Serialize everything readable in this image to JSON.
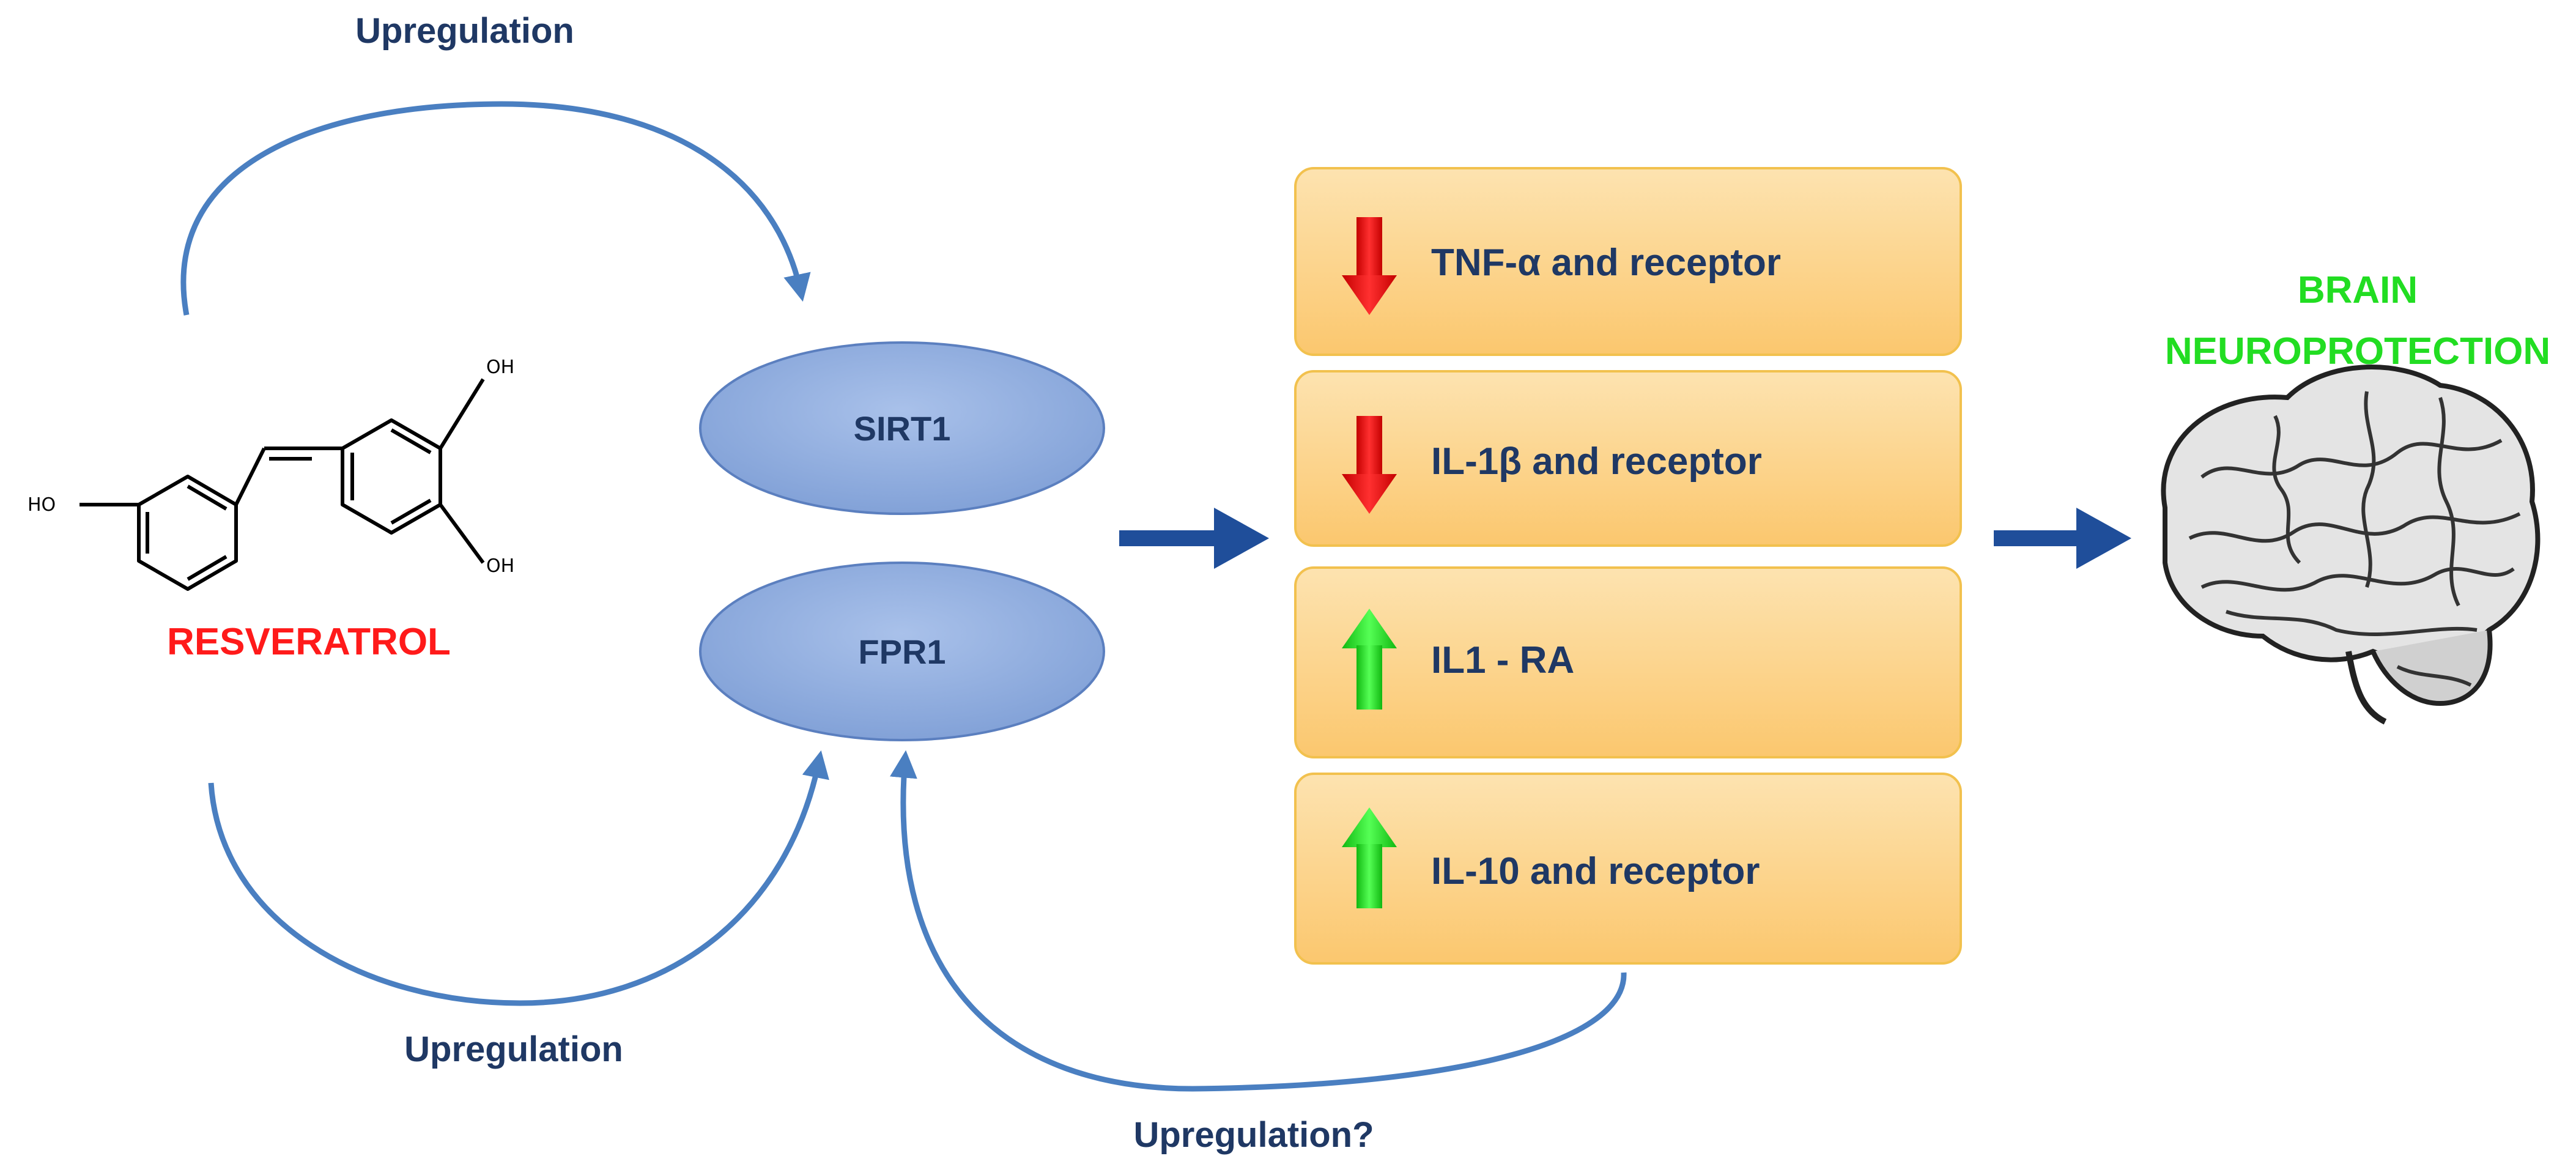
{
  "upregulation_top": "Upregulation",
  "upregulation_bottom": "Upregulation",
  "upregulation_question": "Upregulation?",
  "compound": {
    "name": "RESVERATROL",
    "name_color": "#ff1a1a",
    "oh_top": "OH",
    "oh_bottom": "OH",
    "ho_left": "HO"
  },
  "targets": [
    {
      "label": "SIRT1"
    },
    {
      "label": "FPR1"
    }
  ],
  "cytokines": [
    {
      "label": "TNF-α  and receptor",
      "direction": "down"
    },
    {
      "label": "IL-1β and receptor",
      "direction": "down"
    },
    {
      "label": "IL1 - RA",
      "direction": "up"
    },
    {
      "label": "IL-10 and receptor",
      "direction": "up"
    }
  ],
  "outcome": {
    "line1": "BRAIN",
    "line2": "NEUROPROTECTION",
    "color": "#22dd22"
  },
  "colors": {
    "curve_arrow": "#4a7fc1",
    "flow_arrow": "#1f4e9a",
    "label_text": "#1f3864",
    "ellipse_fill": "#8faadc",
    "box_fill": "#fcd48a",
    "box_border": "#f2c14e",
    "arrow_down": "#ff1a1a",
    "arrow_up": "#22dd22"
  }
}
